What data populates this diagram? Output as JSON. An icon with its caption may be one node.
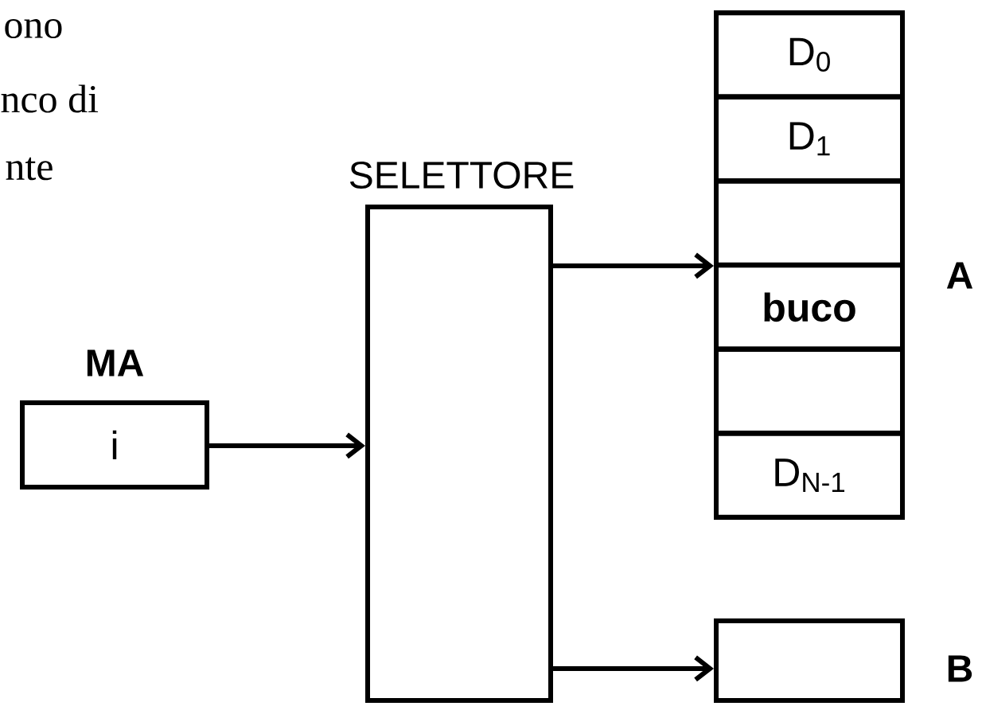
{
  "diagram": {
    "nodes": [
      {
        "text": [
          "MA",
          "i"
        ]
      },
      {
        "text": [
          "SELETTORE"
        ]
      },
      {
        "text": [
          "A"
        ]
      },
      {
        "text": [
          "D$_{0}$"
        ],
        "in": 2
      },
      {
        "text": [
          "D$_{1}$"
        ],
        "in": 2
      },
      {
        "text": [],
        "shape": "box",
        "in": 2
      },
      {
        "text": [
          "**buco**"
        ],
        "in": 2
      },
      {
        "text": [],
        "shape": "box",
        "in": 2
      },
      {
        "text": [
          "D$_{N-1}$"
        ],
        "in": 2
      },
      {
        "text": [
          "B"
        ]
      }
    ],
    "edges": [
      {
        "from": 0,
        "to": 1,
        "arrow": "to"
      },
      {
        "from": 1,
        "to": 2,
        "arrow": "to"
      },
      {
        "from": 1,
        "to": 9,
        "arrow": "to"
      }
    ],
    "labels": [
      "ono",
      "nco di",
      "nte"
    ]
  }
}
